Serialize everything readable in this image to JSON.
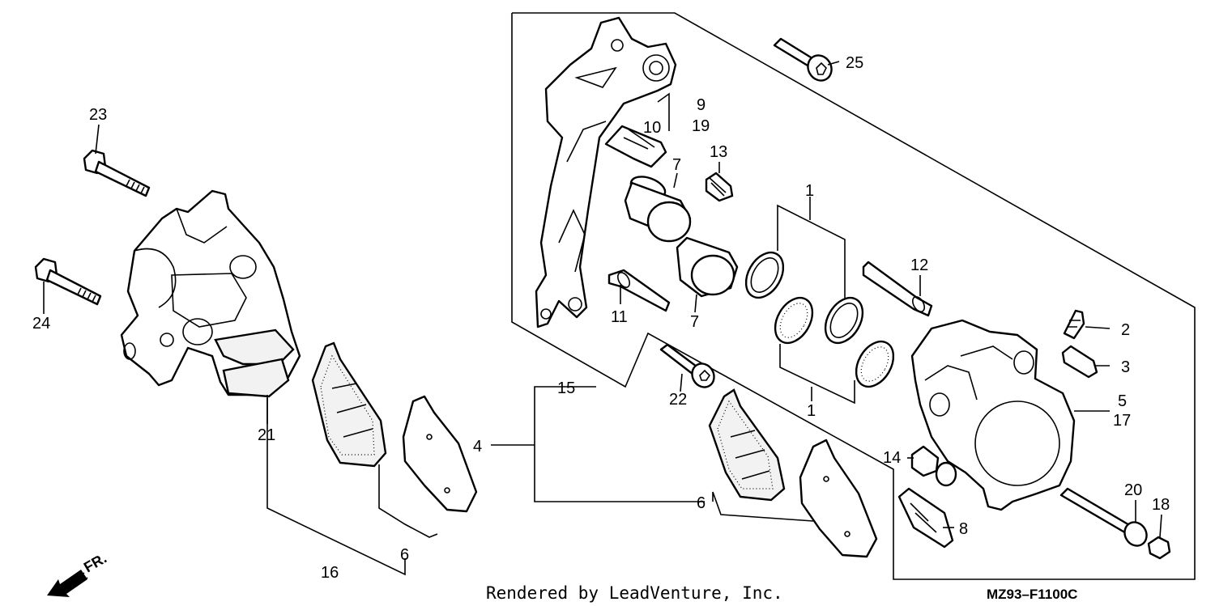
{
  "callouts": {
    "c1a": "1",
    "c1b": "1",
    "c2": "2",
    "c3": "3",
    "c4": "4",
    "c5": "5",
    "c17": "17",
    "c6a": "6",
    "c6b": "6",
    "c7a": "7",
    "c7b": "7",
    "c8": "8",
    "c9": "9",
    "c19": "19",
    "c10": "10",
    "c11": "11",
    "c12": "12",
    "c13": "13",
    "c14": "14",
    "c15": "15",
    "c16": "16",
    "c18": "18",
    "c20": "20",
    "c21": "21",
    "c22": "22",
    "c23": "23",
    "c24": "24",
    "c25": "25"
  },
  "footer": {
    "credit": "Rendered by LeadVenture, Inc.",
    "diagram_code": "MZ93–F1100C"
  },
  "direction_marker": {
    "label": "FR.",
    "icon": "front-arrow-icon"
  }
}
